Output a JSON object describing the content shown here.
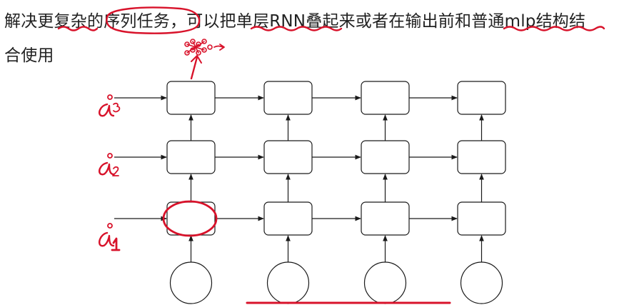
{
  "caption": {
    "line1": "解决更复杂的序列任务，可以把单层RNN叠起来或者在输出前和普通mlp结构结",
    "line2": "合使用"
  },
  "annotations": {
    "handwritten_output": "ŷ",
    "input_labels": [
      "a₃⁰",
      "a₂⁰",
      "a₁⁰"
    ]
  },
  "grid": {
    "columns": 4,
    "layers": 3
  },
  "colors": {
    "diagram_stroke": "#1a1a1a",
    "annotation_ink": "#d8122a"
  }
}
